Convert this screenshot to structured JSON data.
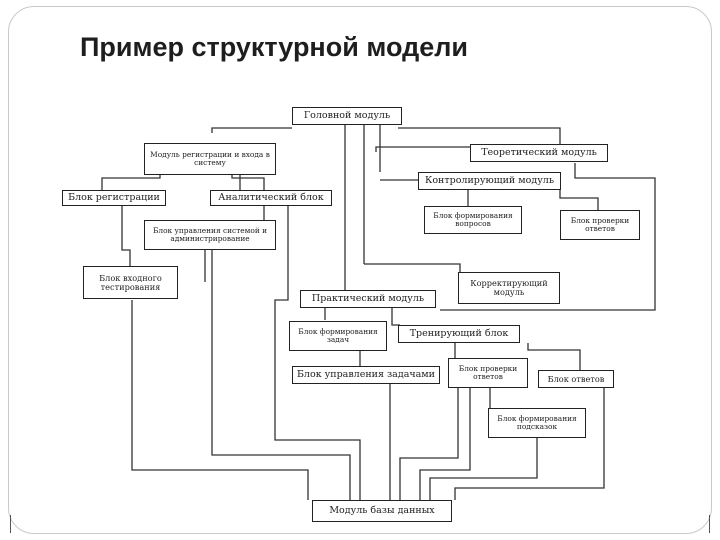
{
  "slide": {
    "title": "Пример структурной модели"
  },
  "diagram": {
    "blocks": {
      "head": "Головной модуль",
      "registration_module": "Модуль регистрации и входа в систему",
      "registration_block": "Блок регистрации",
      "analytics_block": "Аналитический блок",
      "system_admin_block": "Блок управления системой и администрирование",
      "entry_testing_block": "Блок входного тестирования",
      "theory_module": "Теоретический модуль",
      "control_module": "Контролирующий модуль",
      "question_forming_block": "Блок формирования вопросов",
      "answer_check_block": "Блок проверки ответов",
      "correction_module": "Корректирующий модуль",
      "practice_module": "Практический модуль",
      "task_forming_block": "Блок формирования задач",
      "training_block": "Тренирующий блок",
      "task_control_block": "Блок управления задачами",
      "answer_check_block_2": "Блок проверки ответов",
      "answers_block": "Блок ответов",
      "hint_forming_block": "Блок формирования подсказок",
      "database_module": "Модуль базы данных"
    }
  }
}
